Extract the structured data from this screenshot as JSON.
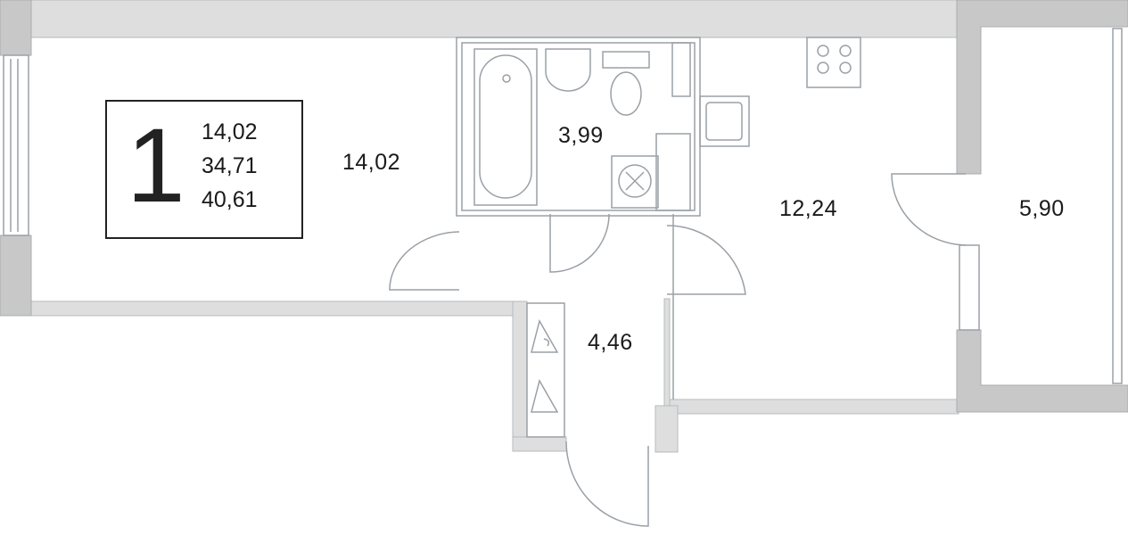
{
  "summary": {
    "rooms": "1",
    "living_area": "14,02",
    "total_area": "34,71",
    "total_area_with_balcony": "40,61"
  },
  "rooms": [
    {
      "name": "living-room",
      "area": "14,02"
    },
    {
      "name": "bathroom",
      "area": "3,99"
    },
    {
      "name": "kitchen",
      "area": "12,24"
    },
    {
      "name": "balcony",
      "area": "5,90"
    },
    {
      "name": "hallway",
      "area": "4,46"
    }
  ],
  "colors": {
    "wall": "#dcdcdc",
    "wall_dark": "#c4c4c4",
    "line": "#9aa0a6",
    "text": "#1a1a1a"
  }
}
